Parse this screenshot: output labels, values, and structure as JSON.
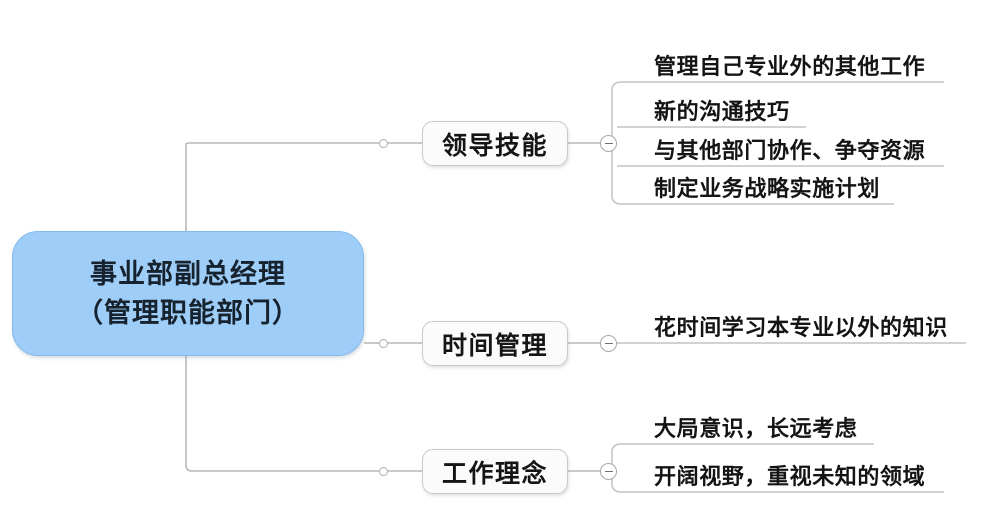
{
  "diagram": {
    "type": "mind-map",
    "title_lines": [
      "事业部副总经理",
      "（管理职能部门）"
    ],
    "colors": {
      "root_fill": "#9ecdf8",
      "root_border": "#86b9ea",
      "root_text": "#16222e",
      "branch_fill": "#fbfbfb",
      "branch_border": "#c9c9c9",
      "branch_text": "#151515",
      "connector": "#b9b9b9",
      "leaf_text": "#141414",
      "background": "#ffffff"
    },
    "root": {
      "line1": "事业部副总经理",
      "line2": "（管理职能部门）"
    },
    "branches": [
      {
        "label": "领导技能",
        "toggle": "minus",
        "leaves": [
          {
            "text": "管理自己专业外的其他工作"
          },
          {
            "text": "新的沟通技巧"
          },
          {
            "text": "与其他部门协作、争夺资源"
          },
          {
            "text": "制定业务战略实施计划"
          }
        ]
      },
      {
        "label": "时间管理",
        "toggle": "minus",
        "leaves": [
          {
            "text": "花时间学习本专业以外的知识"
          }
        ]
      },
      {
        "label": "工作理念",
        "toggle": "minus",
        "leaves": [
          {
            "text": "大局意识，长远考虑"
          },
          {
            "text": "开阔视野，重视未知的领域"
          }
        ]
      }
    ]
  }
}
